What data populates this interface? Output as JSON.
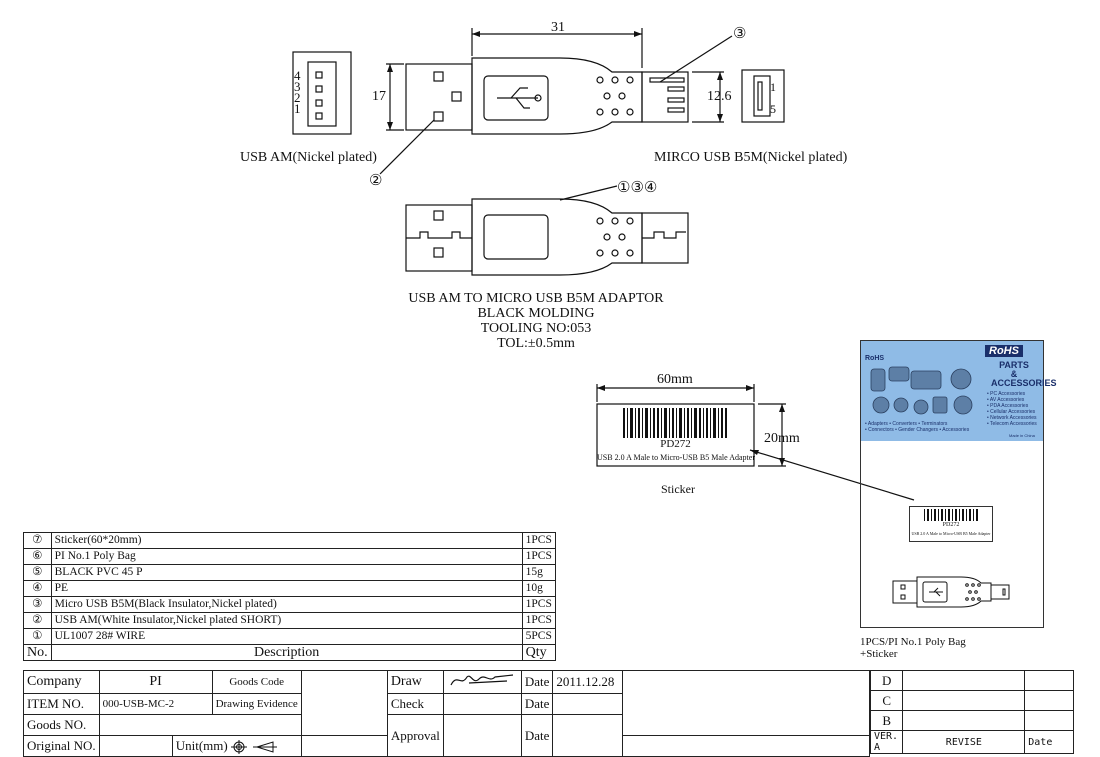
{
  "drawing": {
    "dim_length": "31",
    "dim_height_a": "17",
    "dim_height_b": "12.6",
    "pin_labels_a": [
      "4",
      "3",
      "2",
      "1"
    ],
    "pin_labels_b": [
      "1",
      "5"
    ],
    "callout_1": "③",
    "callout_2": "②",
    "callout_3": "①③④",
    "label_left": "USB AM(Nickel plated)",
    "label_right": "MIRCO USB B5M(Nickel plated)",
    "spec_lines": [
      "USB AM TO MICRO USB B5M ADAPTOR",
      "BLACK MOLDING",
      "TOOLING NO:053",
      "TOL:±0.5mm"
    ]
  },
  "sticker": {
    "width_dim": "60mm",
    "height_dim": "20mm",
    "code": "PD272",
    "text": "USB 2.0 A Male to Micro-USB B5 Male Adapter",
    "caption": "Sticker"
  },
  "package": {
    "card_title": "RoHS",
    "card_badge": "RoHS",
    "card_heading": [
      "PARTS",
      "&",
      "ACCESSORIES"
    ],
    "card_list": [
      "• PC Accessories",
      "• AV Accessories",
      "• PDA Accessories",
      "• Cellular Accessories",
      "• Network Accessories",
      "• Telecom Accessories"
    ],
    "card_bottom": [
      "• Adapters",
      "• Converters",
      "• Terminators",
      "• Connectors",
      "• Gender Changers",
      "• Accessories"
    ],
    "made_in": "Made in China",
    "label_code": "PD272",
    "label_text": "USB 2.0 A Male to Micro-USB B5 Male Adapter",
    "caption": [
      "1PCS/PI No.1 Poly Bag",
      "+Sticker"
    ]
  },
  "bom": {
    "rows": [
      {
        "no": "⑦",
        "desc": "Sticker(60*20mm)",
        "qty": "1PCS"
      },
      {
        "no": "⑥",
        "desc": "PI No.1 Poly Bag",
        "qty": "1PCS"
      },
      {
        "no": "⑤",
        "desc": "BLACK PVC 45 P",
        "qty": "15g"
      },
      {
        "no": "④",
        "desc": "PE",
        "qty": "10g"
      },
      {
        "no": "③",
        "desc": "Micro USB B5M(Black Insulator,Nickel plated)",
        "qty": "1PCS"
      },
      {
        "no": "②",
        "desc": "USB AM(White Insulator,Nickel plated SHORT)",
        "qty": "1PCS"
      },
      {
        "no": "①",
        "desc": "UL1007 28# WIRE",
        "qty": "5PCS"
      }
    ],
    "header": {
      "no": "No.",
      "desc": "Description",
      "qty": "Qty"
    }
  },
  "title_block": {
    "company_label": "Company",
    "company_value": "PI",
    "goods_code_label": "Goods Code",
    "item_label": "ITEM NO.",
    "item_value": "000-USB-MC-2",
    "drawing_evidence_label": "Drawing Evidence",
    "goods_no_label": "Goods NO.",
    "original_label": "Original NO.",
    "unit_label": "Unit(mm)",
    "draw_label": "Draw",
    "check_label": "Check",
    "approval_label": "Approval",
    "date_label": "Date",
    "draw_date": "2011.12.28"
  },
  "revision": {
    "rows": [
      "D",
      "C",
      "B"
    ],
    "ver_label": "VER. A",
    "revise_label": "REVISE",
    "date_label": "Date"
  }
}
